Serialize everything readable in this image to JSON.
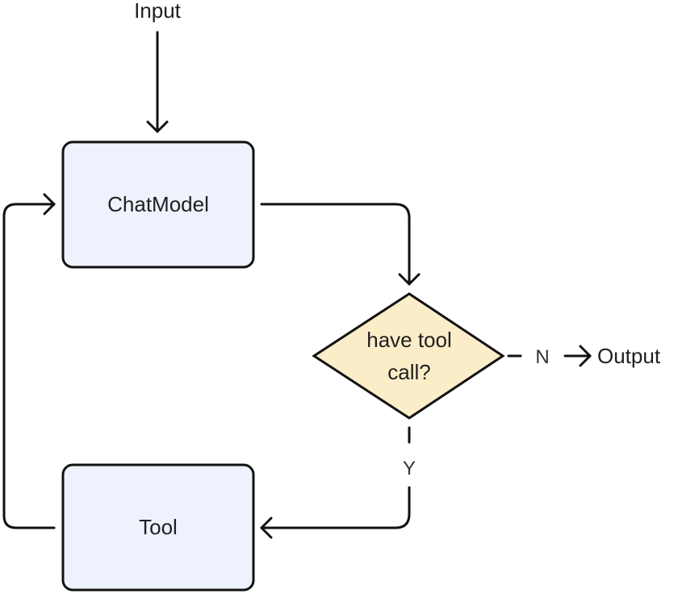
{
  "diagram": {
    "input_label": "Input",
    "chat_model_label": "ChatModel",
    "decision_line1": "have tool",
    "decision_line2": "call?",
    "no_label": "N",
    "output_label": "Output",
    "yes_label": "Y",
    "tool_label": "Tool"
  },
  "colors": {
    "process_fill": "#edf2fc",
    "decision_fill": "#fbedc8",
    "stroke": "#111111"
  }
}
